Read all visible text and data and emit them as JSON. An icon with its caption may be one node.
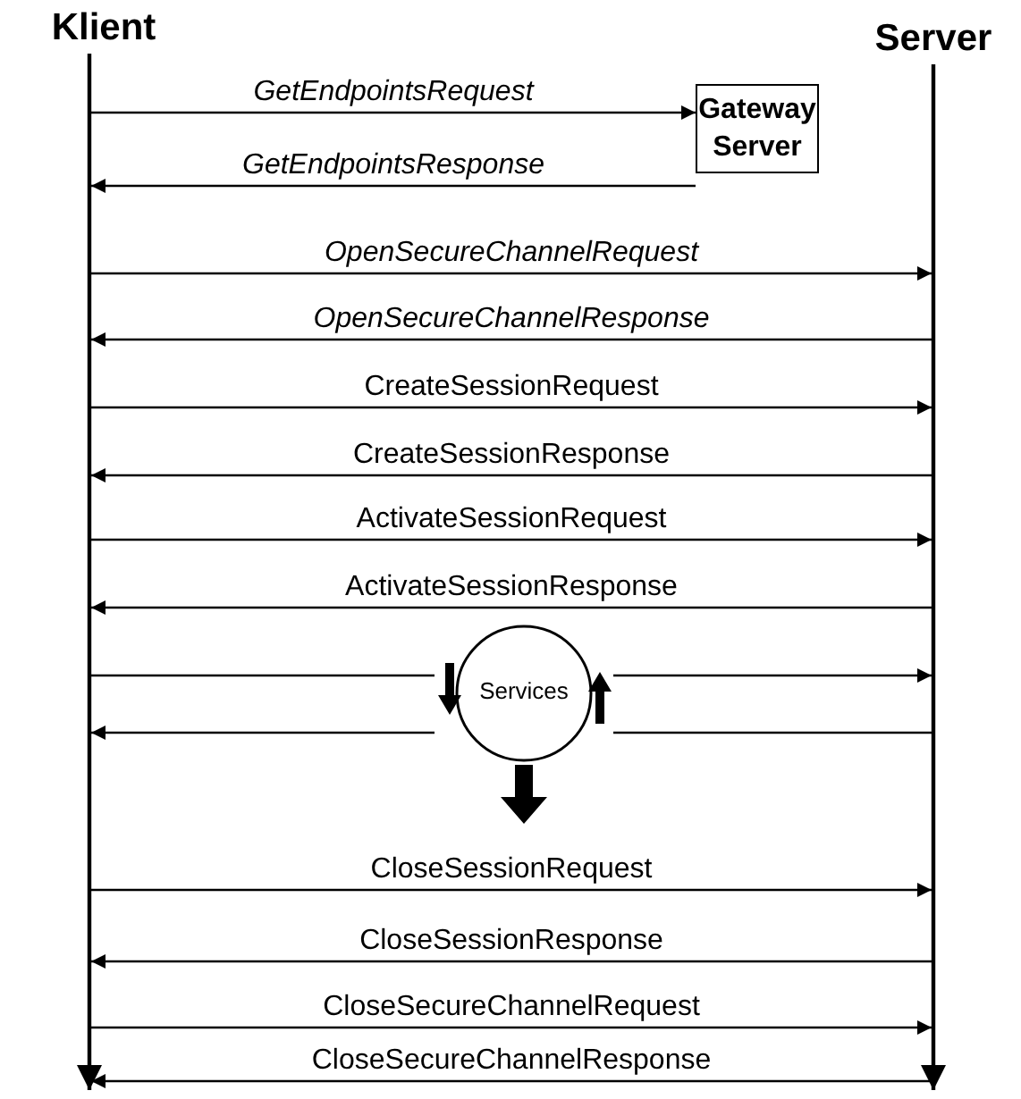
{
  "diagram": {
    "nodes": [
      {
        "text": [
          "Klient"
        ]
      },
      {
        "text": [
          "Server"
        ]
      },
      {
        "text": [
          "Gateway Server"
        ]
      },
      {
        "text": [
          "Services"
        ]
      }
    ],
    "edges": [
      {
        "from": 0,
        "to": 2,
        "arrow": "to",
        "label": "GetEndpointsRequest"
      },
      {
        "from": 2,
        "to": 0,
        "arrow": "to",
        "label": "GetEndpointsResponse"
      },
      {
        "from": 0,
        "to": 1,
        "arrow": "to",
        "label": "OpenSecureChannelRequest"
      },
      {
        "from": 1,
        "to": 0,
        "arrow": "to",
        "label": "OpenSecureChannelResponse"
      },
      {
        "from": 0,
        "to": 1,
        "arrow": "to",
        "label": "CreateSessionRequest"
      },
      {
        "from": 1,
        "to": 0,
        "arrow": "to",
        "label": "CreateSessionResponse"
      },
      {
        "from": 0,
        "to": 1,
        "arrow": "to",
        "label": "ActivateSessionRequest"
      },
      {
        "from": 1,
        "to": 0,
        "arrow": "to",
        "label": "ActivateSessionResponse"
      },
      {
        "from": 0,
        "to": 3,
        "arrow": "none"
      },
      {
        "from": 3,
        "to": 1,
        "arrow": "to"
      },
      {
        "from": 3,
        "to": 0,
        "arrow": "to"
      },
      {
        "from": 1,
        "to": 3,
        "arrow": "none"
      },
      {
        "from": 0,
        "to": 1,
        "arrow": "to",
        "label": "CloseSessionRequest"
      },
      {
        "from": 1,
        "to": 0,
        "arrow": "to",
        "label": "CloseSessionResponse"
      },
      {
        "from": 0,
        "to": 1,
        "arrow": "to",
        "label": "CloseSecureChannelRequest"
      },
      {
        "from": 1,
        "to": 0,
        "arrow": "to",
        "label": "CloseSecureChannelResponse"
      }
    ]
  }
}
